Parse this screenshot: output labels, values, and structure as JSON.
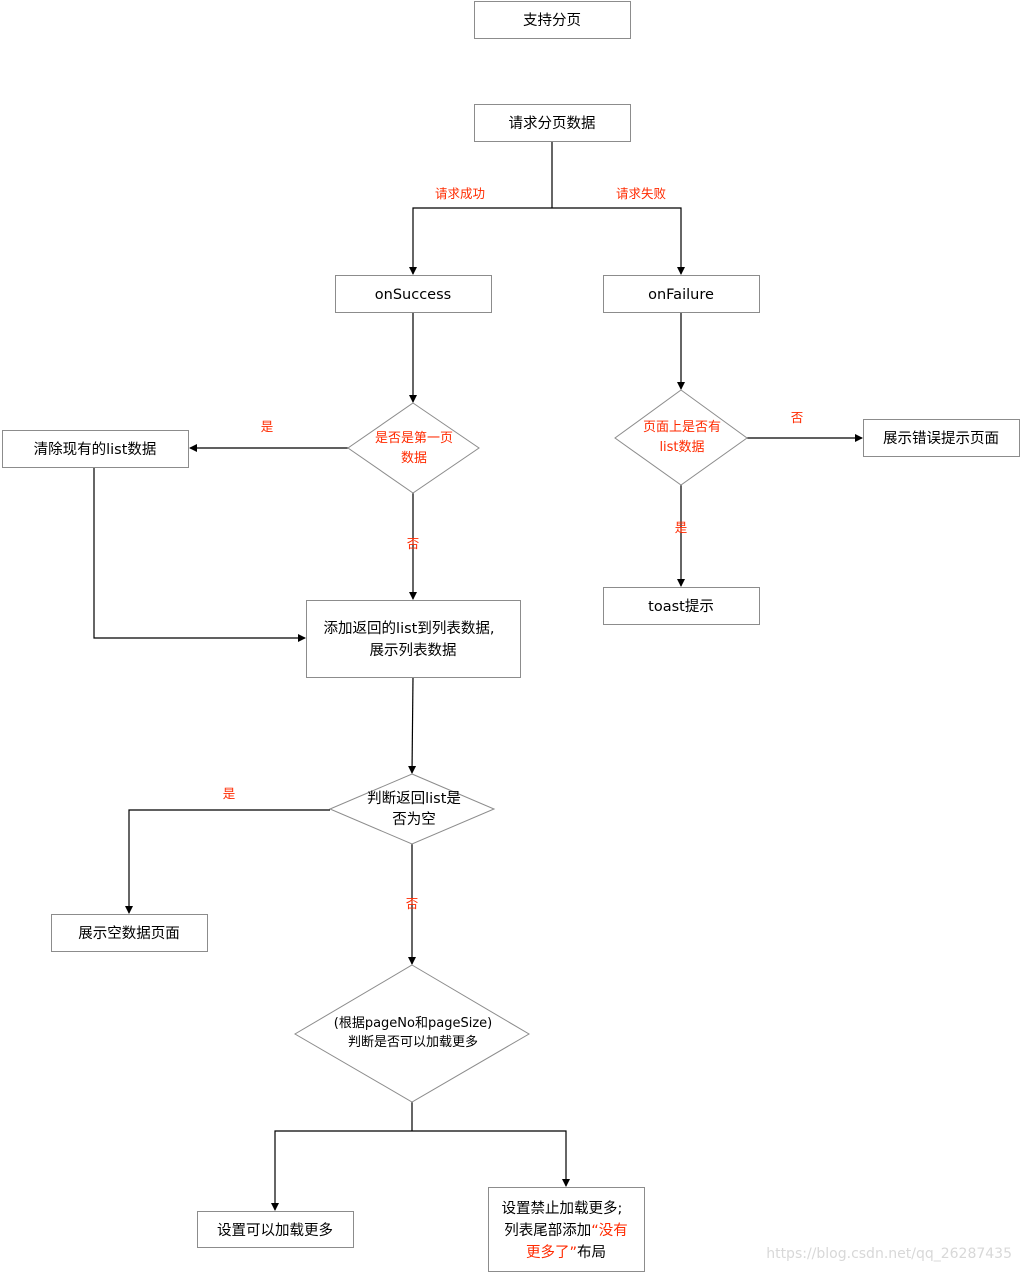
{
  "nodes": {
    "support_paging": "支持分页",
    "request_page_data": "请求分页数据",
    "on_success": "onSuccess",
    "on_failure": "onFailure",
    "is_first_page": [
      "是否是第一页",
      "数据"
    ],
    "page_has_list": [
      "页面上是否有",
      "list数据"
    ],
    "clear_list": "清除现有的list数据",
    "show_error_page": "展示错误提示页面",
    "toast": "toast提示",
    "add_list": [
      "添加返回的list到列表数据,",
      "展示列表数据"
    ],
    "is_list_empty": [
      "判断返回list是",
      "否为空"
    ],
    "show_empty_page": "展示空数据页面",
    "can_load_more": [
      "(根据pageNo和pageSize)",
      "判断是否可以加载更多"
    ],
    "set_load_more": "设置可以加载更多",
    "disable_load_more": {
      "line1": "设置禁止加载更多;",
      "line2_prefix": "列表尾部添加",
      "line2_red": "“没有",
      "line3_red": "更多了”",
      "line3_suffix": "布局"
    }
  },
  "edge_labels": {
    "request_success": "请求成功",
    "request_failure": "请求失败",
    "first_page_yes": "是",
    "first_page_no": "否",
    "has_list_no": "否",
    "has_list_yes": "是",
    "empty_yes": "是",
    "empty_no": "否"
  },
  "watermark": "https://blog.csdn.net/qq_26287435",
  "colors": {
    "label_red": "#ff2a00",
    "border": "#8c8c8c",
    "line": "#000000"
  }
}
